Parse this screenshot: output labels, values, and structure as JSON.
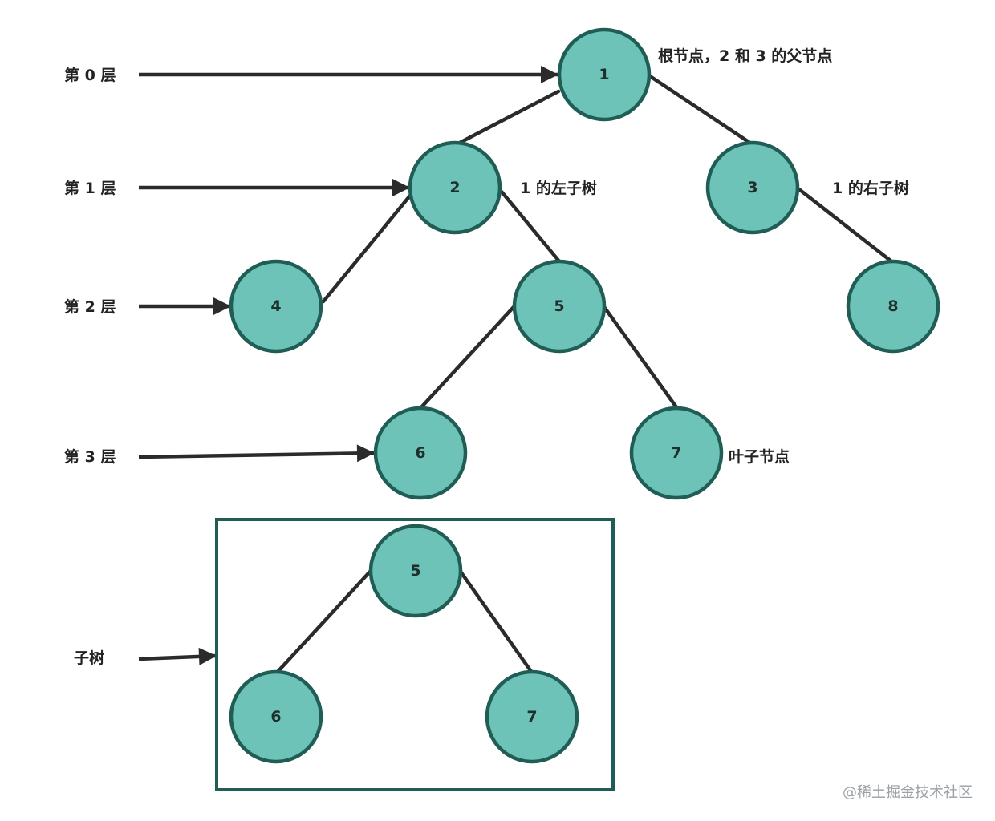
{
  "diagram": {
    "levels": [
      {
        "id": "level-0",
        "label": "第 0 层"
      },
      {
        "id": "level-1",
        "label": "第 1 层"
      },
      {
        "id": "level-2",
        "label": "第 2 层"
      },
      {
        "id": "level-3",
        "label": "第 3 层"
      }
    ],
    "subtree_label": "子树",
    "nodes": [
      {
        "id": "n1",
        "label": "1"
      },
      {
        "id": "n2",
        "label": "2"
      },
      {
        "id": "n3",
        "label": "3"
      },
      {
        "id": "n4",
        "label": "4"
      },
      {
        "id": "n5",
        "label": "5"
      },
      {
        "id": "n8",
        "label": "8"
      },
      {
        "id": "n6",
        "label": "6"
      },
      {
        "id": "n7",
        "label": "7"
      }
    ],
    "edges": [
      [
        "n1",
        "n2"
      ],
      [
        "n1",
        "n3"
      ],
      [
        "n2",
        "n4"
      ],
      [
        "n2",
        "n5"
      ],
      [
        "n3",
        "n8"
      ],
      [
        "n5",
        "n6"
      ],
      [
        "n5",
        "n7"
      ]
    ],
    "subtree_nodes": [
      {
        "id": "s5",
        "label": "5"
      },
      {
        "id": "s6",
        "label": "6"
      },
      {
        "id": "s7",
        "label": "7"
      }
    ],
    "subtree_edges": [
      [
        "s5",
        "s6"
      ],
      [
        "s5",
        "s7"
      ]
    ],
    "annotations": {
      "root": "根节点，2 和 3 的父节点",
      "left_subtree": "1 的左子树",
      "right_subtree": "1 的右子树",
      "leaf": "叶子节点"
    },
    "colors": {
      "node_fill": "#6ec3b8",
      "node_stroke": "#1f5d55",
      "edge": "#2b2b2b",
      "frame": "#1f5d55"
    }
  },
  "watermark": "@稀土掘金技术社区"
}
